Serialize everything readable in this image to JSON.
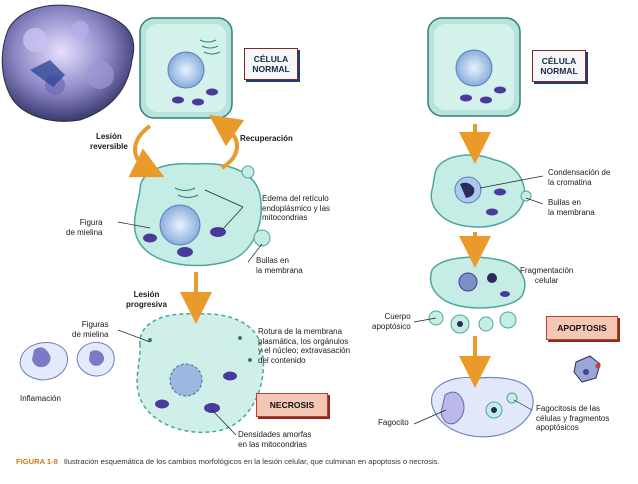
{
  "left": {
    "normal_box": "CÉLULA\nNORMAL",
    "lesion_reversible": "Lesión\nreversible",
    "recuperacion": "Recuperación",
    "edema": "Edema del retículo\nendoplásmico y las\nmitocondrias",
    "figura_mielina": "Figura\nde mielina",
    "bullas": "Bullas en\nla membrana",
    "lesion_progresiva": "Lesión\nprogresiva",
    "figuras_mielina": "Figuras\nde mielina",
    "rotura": "Rotura de la membrana\nplasmática, los orgánulos\ny el núcleo; extravasación\ndel contenido",
    "inflamacion": "Inflamación",
    "necrosis_box": "NECROSIS",
    "densidades": "Densidades amorfas\nen las mitocondrias"
  },
  "right": {
    "normal_box": "CÉLULA\nNORMAL",
    "condensacion": "Condensación de\nla cromatina",
    "bullas": "Bullas en\nla membrana",
    "fragmentacion": "Fragmentación\ncelular",
    "cuerpo": "Cuerpo\napoptósico",
    "apoptosis_box": "APOPTOSIS",
    "fagocito": "Fagocito",
    "fagocitosis": "Fagocitosis de las\ncélulas y fragmentos\napoptósicos"
  },
  "caption": {
    "figure": "FIGURA 1-8",
    "text": "Ilustración esquemática de los cambios morfológicos en la lesión celular, que culminan en apoptosis o necrosis."
  },
  "colors": {
    "cell_fill": "#cfeee9",
    "cell_edge": "#4aa7a0",
    "nucleus": "#a9c9ee",
    "mito": "#4a3a9c",
    "arrow": "#e99a2a",
    "box_red": "#f4c7b4",
    "box_shadow": "#1f3e73"
  }
}
